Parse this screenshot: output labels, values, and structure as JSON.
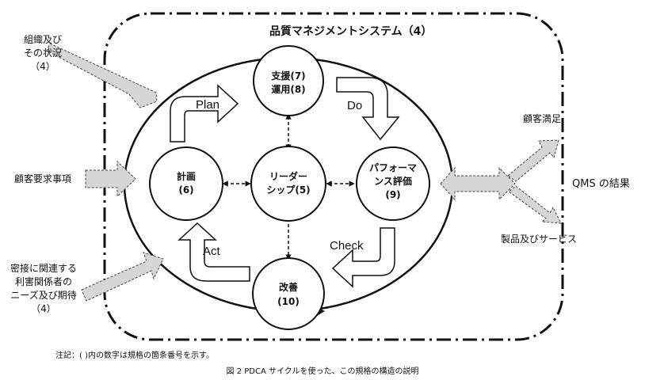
{
  "qms": {
    "title": "品質マネジメントシステム（4）"
  },
  "inputs": {
    "org_context": [
      "組織及び",
      "その状況",
      "（4）"
    ],
    "customer_requirements": "顧客要求事項",
    "interested_parties": [
      "密接に関連する",
      "利害関係者の",
      "ニーズ及び期待",
      "（4）"
    ]
  },
  "circles": {
    "support": [
      "支援(7)",
      "運用(8)"
    ],
    "planning": [
      "計画",
      "(6)"
    ],
    "leadership": [
      "リーダー",
      "シップ(5)"
    ],
    "evaluation": [
      "パフォーマ",
      "ンス評価",
      "(9)"
    ],
    "improvement": [
      "改善",
      "(10)"
    ]
  },
  "cycle": {
    "plan": "Plan",
    "do": "Do",
    "check": "Check",
    "act": "Act"
  },
  "outputs": {
    "label": "QMS の結果",
    "customer_satisfaction": "顧客満足",
    "products_services": "製品及びサービス"
  },
  "note": "注記：(  )内の数字は規格の箇条番号を示す。",
  "caption": "図 2 PDCA サイクルを使った、この規格の構造の説明",
  "colors": {
    "arrow_fill": "#d6d6d6",
    "line": "#111111",
    "background": "#ffffff"
  }
}
